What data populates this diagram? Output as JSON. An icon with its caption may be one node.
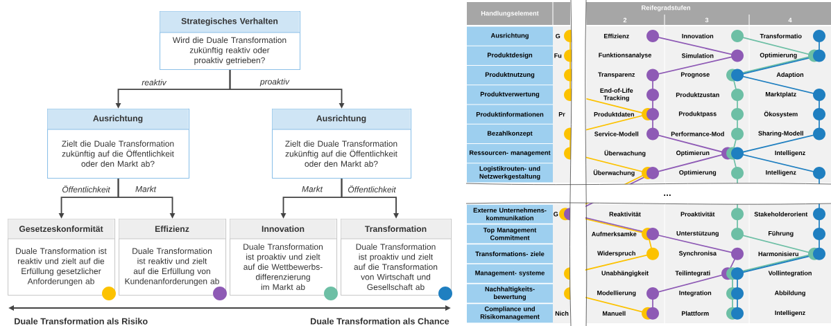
{
  "diagram": {
    "nodes": [
      {
        "text": [
          "Strategisches Verhalten",
          "Wird die Duale Transformation zukünftig reaktiv oder proaktiv getrieben?"
        ]
      },
      {
        "text": [
          "Ausrichtung",
          "Zielt die Duale Transformation zukünftig auf die Öffentlichkeit oder den Markt ab?"
        ]
      },
      {
        "text": [
          "Ausrichtung",
          "Zielt die Duale Transformation zukünftig auf die Öffentlichkeit oder den Markt ab?"
        ]
      },
      {
        "text": [
          "Gesetzeskonformität",
          "Duale Transformation ist reaktiv und zielt auf die Erfüllung gesetzlicher Anforderungen ab"
        ]
      },
      {
        "text": [
          "Effizienz",
          "Duale Transformation ist reaktiv und zielt auf die Erfüllung von Kundenanforderungen ab"
        ]
      },
      {
        "text": [
          "Innovation",
          "Duale Transformation ist proaktiv und zielt auf die Wettbewerbs- differenzierung im Markt ab"
        ]
      },
      {
        "text": [
          "Transformation",
          "Duale Transformation ist proaktiv und zielt auf die Transformation von Wirtschaft und Gesellschaft ab"
        ]
      }
    ],
    "edges": [
      {
        "from": 0,
        "to": 1,
        "arrow": "to",
        "label": "reaktiv"
      },
      {
        "from": 0,
        "to": 2,
        "arrow": "to",
        "label": "proaktiv"
      },
      {
        "from": 1,
        "to": 3,
        "arrow": "to",
        "label": "Öffentlichkeit"
      },
      {
        "from": 1,
        "to": 4,
        "arrow": "to",
        "label": "Markt"
      },
      {
        "from": 2,
        "to": 5,
        "arrow": "to",
        "label": "Markt"
      },
      {
        "from": 2,
        "to": 6,
        "arrow": "to",
        "label": "Öffentlichkeit"
      }
    ],
    "labels": [
      "Duale Transformation als Risiko",
      "Duale Transformation als Chance",
      "Handlungselement",
      "Reifegradstufen",
      "2",
      "3",
      "4",
      "Ausrichtung",
      "G",
      "Effizienz",
      "Innovation",
      "Transformatio",
      "Produktdesign",
      "Fu",
      "Funktionsanalyse",
      "Simulation",
      "Optimierung",
      "Produktnutzung",
      "Transparenz",
      "Prognose",
      "Adaption",
      "Produktverwertung",
      "End-of-Life Tracking",
      "Produktzustan",
      "Marktplatz",
      "Produktinformationen",
      "Pr",
      "Produktdaten",
      "Produktpass",
      "Ökosystem",
      "Bezahlkonzept",
      "Service-Modell",
      "Performance-Mod",
      "Sharing-Modell",
      "Ressourcen- management",
      "Überwachung",
      "Optimierun",
      "Intelligenz",
      "Logistikrouten- und Netzwerkgestaltung",
      "Überwachung",
      "Optimierung",
      "Intelligenz",
      "…",
      "Externe Unternehmens- kommunikation",
      "G",
      "Reaktivität",
      "Proaktivität",
      "Stakeholderorient",
      "Top Management Commitment",
      "Aufmerksamke",
      "Unterstützung",
      "Führung",
      "Transformations- ziele",
      "Widerspruch",
      "Synchronisa",
      "Harmonisieru",
      "Management- systeme",
      "Unabhängigkeit",
      "Teilintegrati",
      "Vollintegration",
      "Nachhaltigkeits- bewertung",
      "Modellierung",
      "Integration",
      "Abbildung",
      "Compliance und Risikomanagement",
      "Nich",
      "Manuell",
      "Plattform",
      "Intelligenz"
    ]
  }
}
